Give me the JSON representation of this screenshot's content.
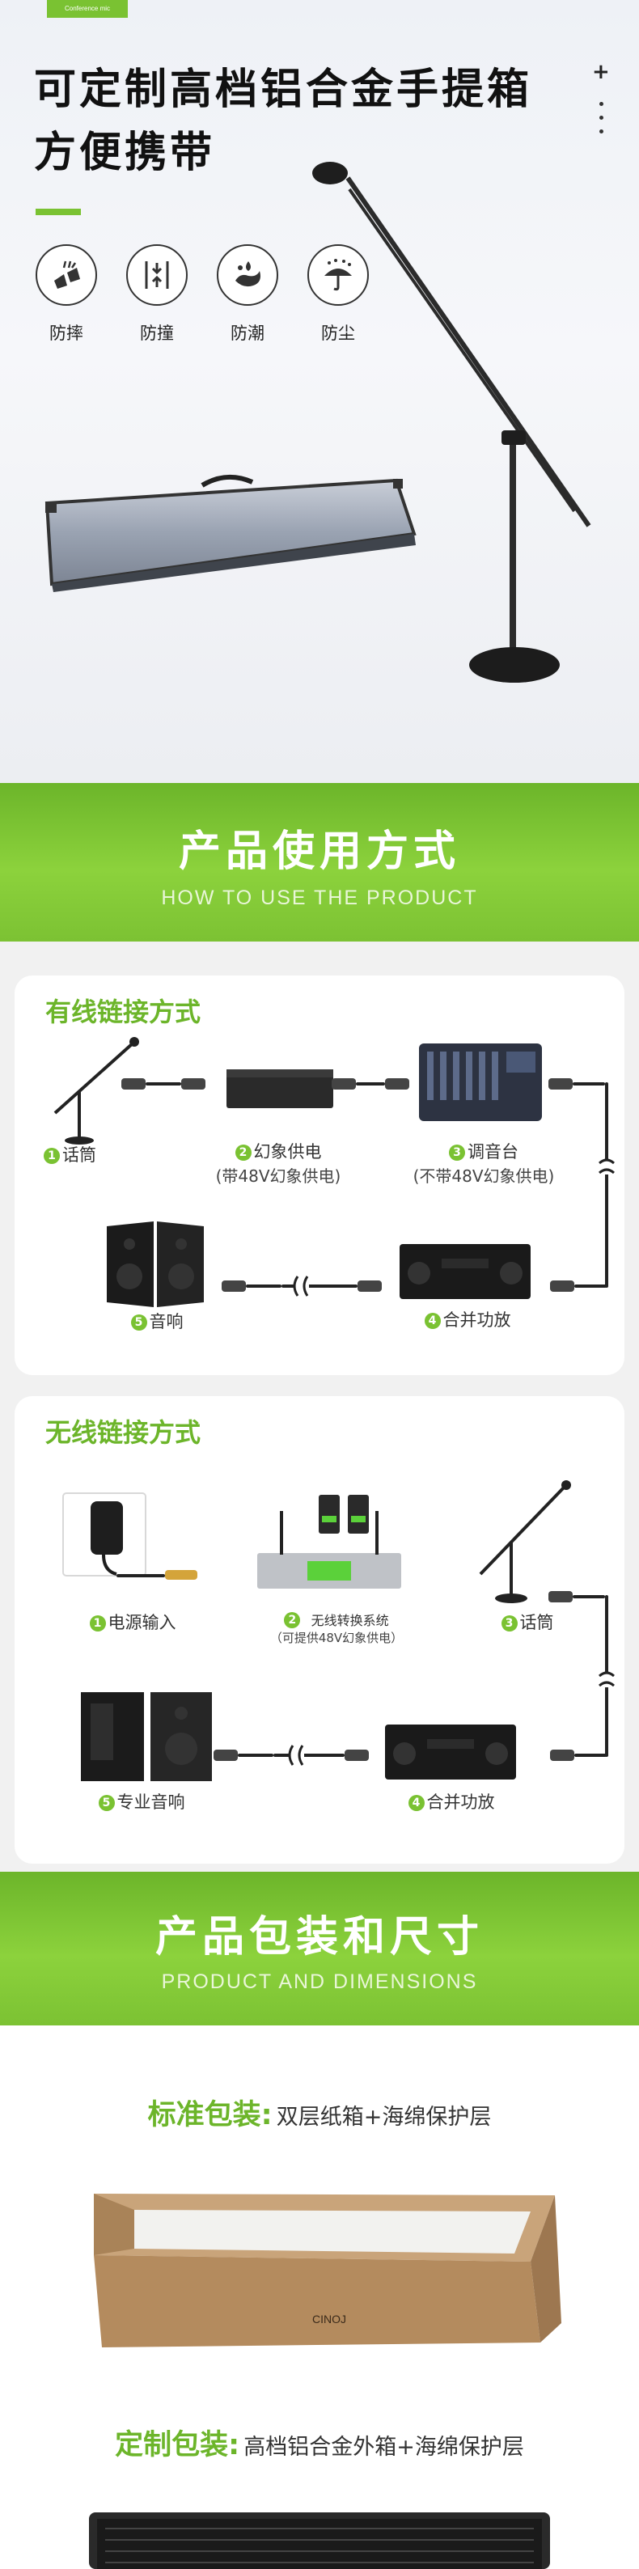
{
  "hero": {
    "brand_tag": "Conference mic",
    "title_line1": "可定制高档铝合金手提箱",
    "title_line2": "方便携带",
    "plus_icon": "plus-icon",
    "more_icon": "vertical-dots-icon",
    "features": [
      {
        "label": "防摔",
        "icon": "drop-proof-icon"
      },
      {
        "label": "防撞",
        "icon": "impact-proof-icon"
      },
      {
        "label": "防潮",
        "icon": "moisture-proof-icon"
      },
      {
        "label": "防尘",
        "icon": "dust-proof-icon"
      }
    ]
  },
  "usage_section": {
    "title": "产品使用方式",
    "subtitle": "HOW TO USE THE PRODUCT"
  },
  "wired": {
    "title": "有线链接方式",
    "nodes": [
      {
        "num": "1",
        "label": "话筒"
      },
      {
        "num": "2",
        "label": "幻象供电",
        "sub": "(带48V幻象供电)"
      },
      {
        "num": "3",
        "label": "调音台",
        "sub": "(不带48V幻象供电)"
      },
      {
        "num": "4",
        "label": "合并功放"
      },
      {
        "num": "5",
        "label": "音响"
      }
    ]
  },
  "wireless": {
    "title": "无线链接方式",
    "nodes": [
      {
        "num": "1",
        "label": "电源输入"
      },
      {
        "num": "2",
        "label": "无线转换系统",
        "sub": "（可提供48V幻象供电）"
      },
      {
        "num": "3",
        "label": "话筒"
      },
      {
        "num": "4",
        "label": "合并功放"
      },
      {
        "num": "5",
        "label": "专业音响"
      }
    ]
  },
  "package_section": {
    "title": "产品包装和尺寸",
    "subtitle": "PRODUCT  AND DIMENSIONS"
  },
  "packaging": {
    "standard_key": "标准包装:",
    "standard_value": "双层纸箱+海绵保护层",
    "box_logo": "CINOJ",
    "custom_key": "定制包装:",
    "custom_value": "高档铝合金外箱+海绵保护层"
  },
  "colors": {
    "accent_green": "#7ac232",
    "title_green": "#6cb52a"
  }
}
